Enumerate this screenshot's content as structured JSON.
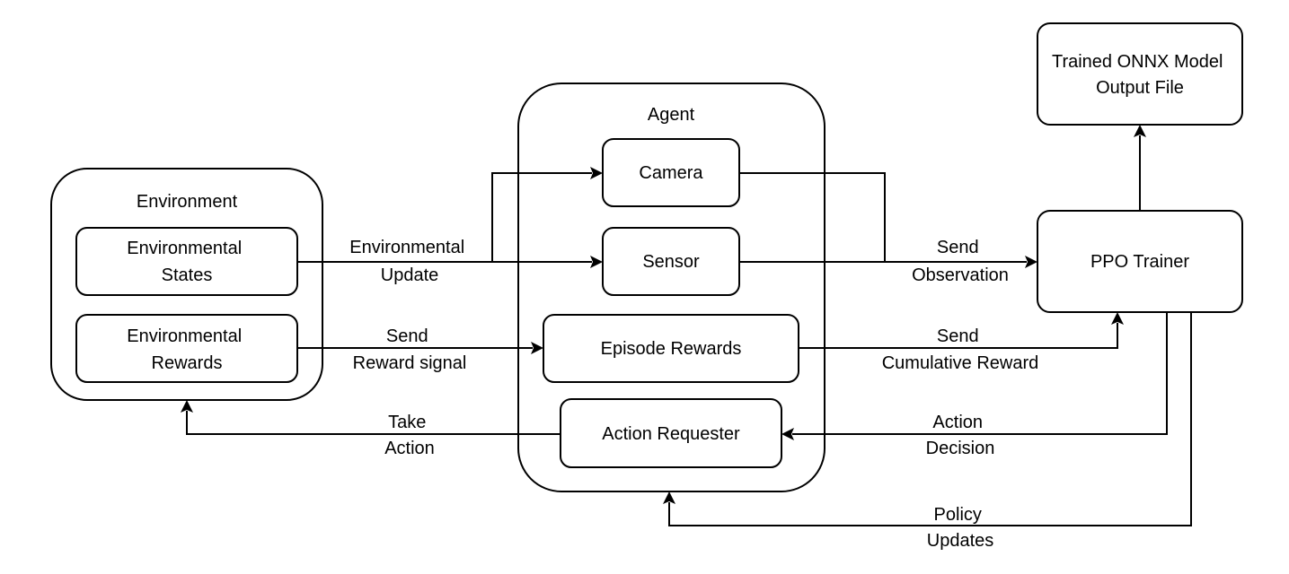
{
  "groups": {
    "environment": {
      "title": "Environment"
    },
    "agent": {
      "title": "Agent"
    }
  },
  "nodes": {
    "env_states": [
      "Environmental",
      "States"
    ],
    "env_rewards": [
      "Environmental",
      "Rewards"
    ],
    "camera": [
      "Camera"
    ],
    "sensor": [
      "Sensor"
    ],
    "episode_rewards": [
      "Episode Rewards"
    ],
    "action_requester": [
      "Action Requester"
    ],
    "ppo_trainer": [
      "PPO Trainer"
    ],
    "onnx_output": [
      "Trained ONNX Model",
      "Output File"
    ]
  },
  "edges": {
    "env_update": [
      "Environmental",
      "Update"
    ],
    "reward_signal": [
      "Send",
      "Reward signal"
    ],
    "take_action": [
      "Take",
      "Action"
    ],
    "send_observation": [
      "Send",
      "Observation"
    ],
    "cumulative_reward": [
      "Send",
      "Cumulative Reward"
    ],
    "action_decision": [
      "Action",
      "Decision"
    ],
    "policy_updates": [
      "Policy",
      "Updates"
    ]
  }
}
